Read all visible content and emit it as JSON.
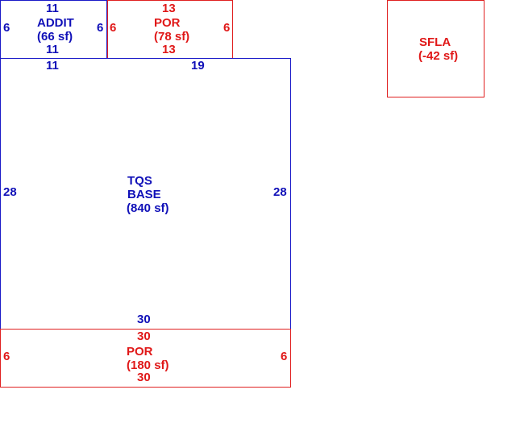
{
  "colors": {
    "blue": "#1a1ac8",
    "red": "#e02020",
    "background": "#ffffff"
  },
  "areas": {
    "addit": {
      "name": "ADDIT",
      "area": "(66 sf)",
      "top": "11",
      "bottom": "11",
      "left": "6",
      "right": "6"
    },
    "por_top": {
      "name": "POR",
      "area": "(78 sf)",
      "top": "13",
      "bottom": "13",
      "left": "6",
      "right": "6"
    },
    "sfla": {
      "name": "SFLA",
      "area": "(-42 sf)"
    },
    "base": {
      "name_line1": "TQS",
      "name_line2": "BASE",
      "area": "(840 sf)",
      "top_left": "11",
      "top_right": "19",
      "left": "28",
      "right": "28",
      "bottom": "30"
    },
    "por_bottom": {
      "name": "POR",
      "area": "(180 sf)",
      "top": "30",
      "bottom": "30",
      "left": "6",
      "right": "6"
    }
  }
}
